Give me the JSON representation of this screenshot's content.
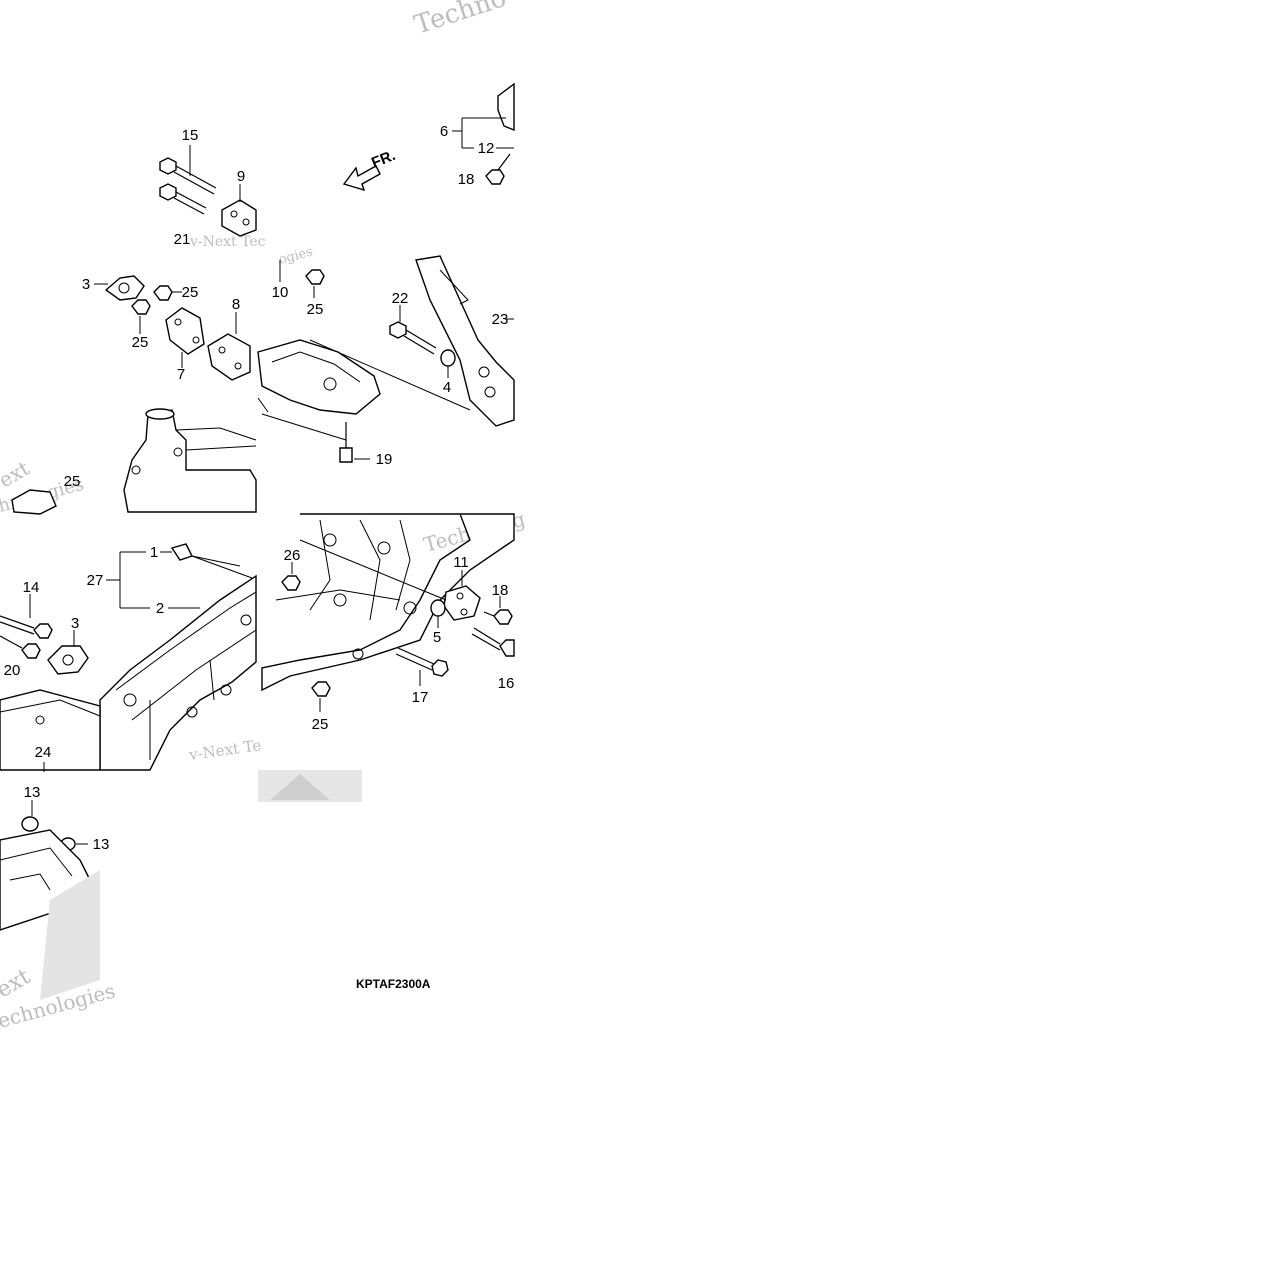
{
  "diagram": {
    "code": "KPTAF2300A",
    "direction_label": "FR.",
    "watermark": {
      "texts": [
        "Techno",
        "v-Next Tec",
        "ogies",
        "ext",
        "hnologies",
        "Technolog",
        "v-Next Te",
        "echnologies",
        "ext",
        "echnologies"
      ]
    },
    "callouts": [
      "15",
      "9",
      "21",
      "3",
      "25",
      "25",
      "8",
      "7",
      "10",
      "25",
      "22",
      "23",
      "4",
      "19",
      "6",
      "12",
      "18",
      "25",
      "1",
      "27",
      "2",
      "14",
      "3",
      "20",
      "24",
      "26",
      "11",
      "18",
      "5",
      "17",
      "16",
      "25",
      "13",
      "13"
    ]
  }
}
